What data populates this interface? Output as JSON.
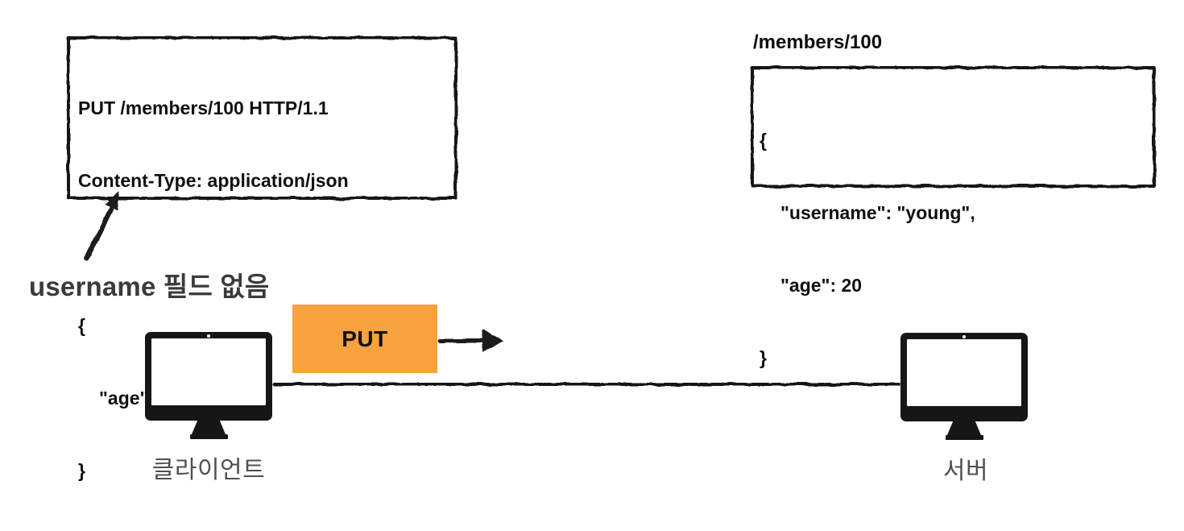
{
  "colors": {
    "accent_orange": "#F7A23C",
    "ink": "#161616",
    "label_gray": "#505050",
    "annotation_gray": "#3b3b3b"
  },
  "request_box": {
    "lines": [
      "PUT /members/100 HTTP/1.1",
      "Content-Type: application/json",
      "",
      "{",
      "\"age\": 50",
      "}"
    ]
  },
  "annotation": {
    "label": "username 필드 없음"
  },
  "server_resource": {
    "path_label": "/members/100",
    "lines": [
      "{",
      "\"username\": \"young\",",
      "\"age\": 20",
      "}"
    ]
  },
  "flow": {
    "method_label": "PUT"
  },
  "nodes": {
    "client_label": "클라이언트",
    "server_label": "서버"
  }
}
